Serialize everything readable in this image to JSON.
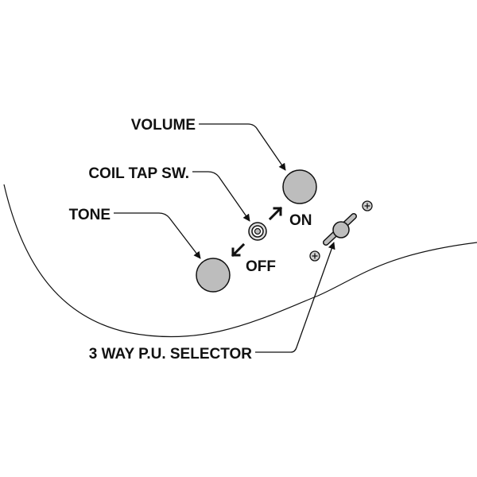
{
  "labels": {
    "volume": "VOLUME",
    "coil_tap": "COIL TAP SW.",
    "tone": "TONE",
    "on": "ON",
    "off": "OFF",
    "selector": "3 WAY P.U. SELECTOR"
  },
  "colors": {
    "knob_fill": "#bdbdbd",
    "ink": "#111111",
    "background": "#ffffff"
  }
}
